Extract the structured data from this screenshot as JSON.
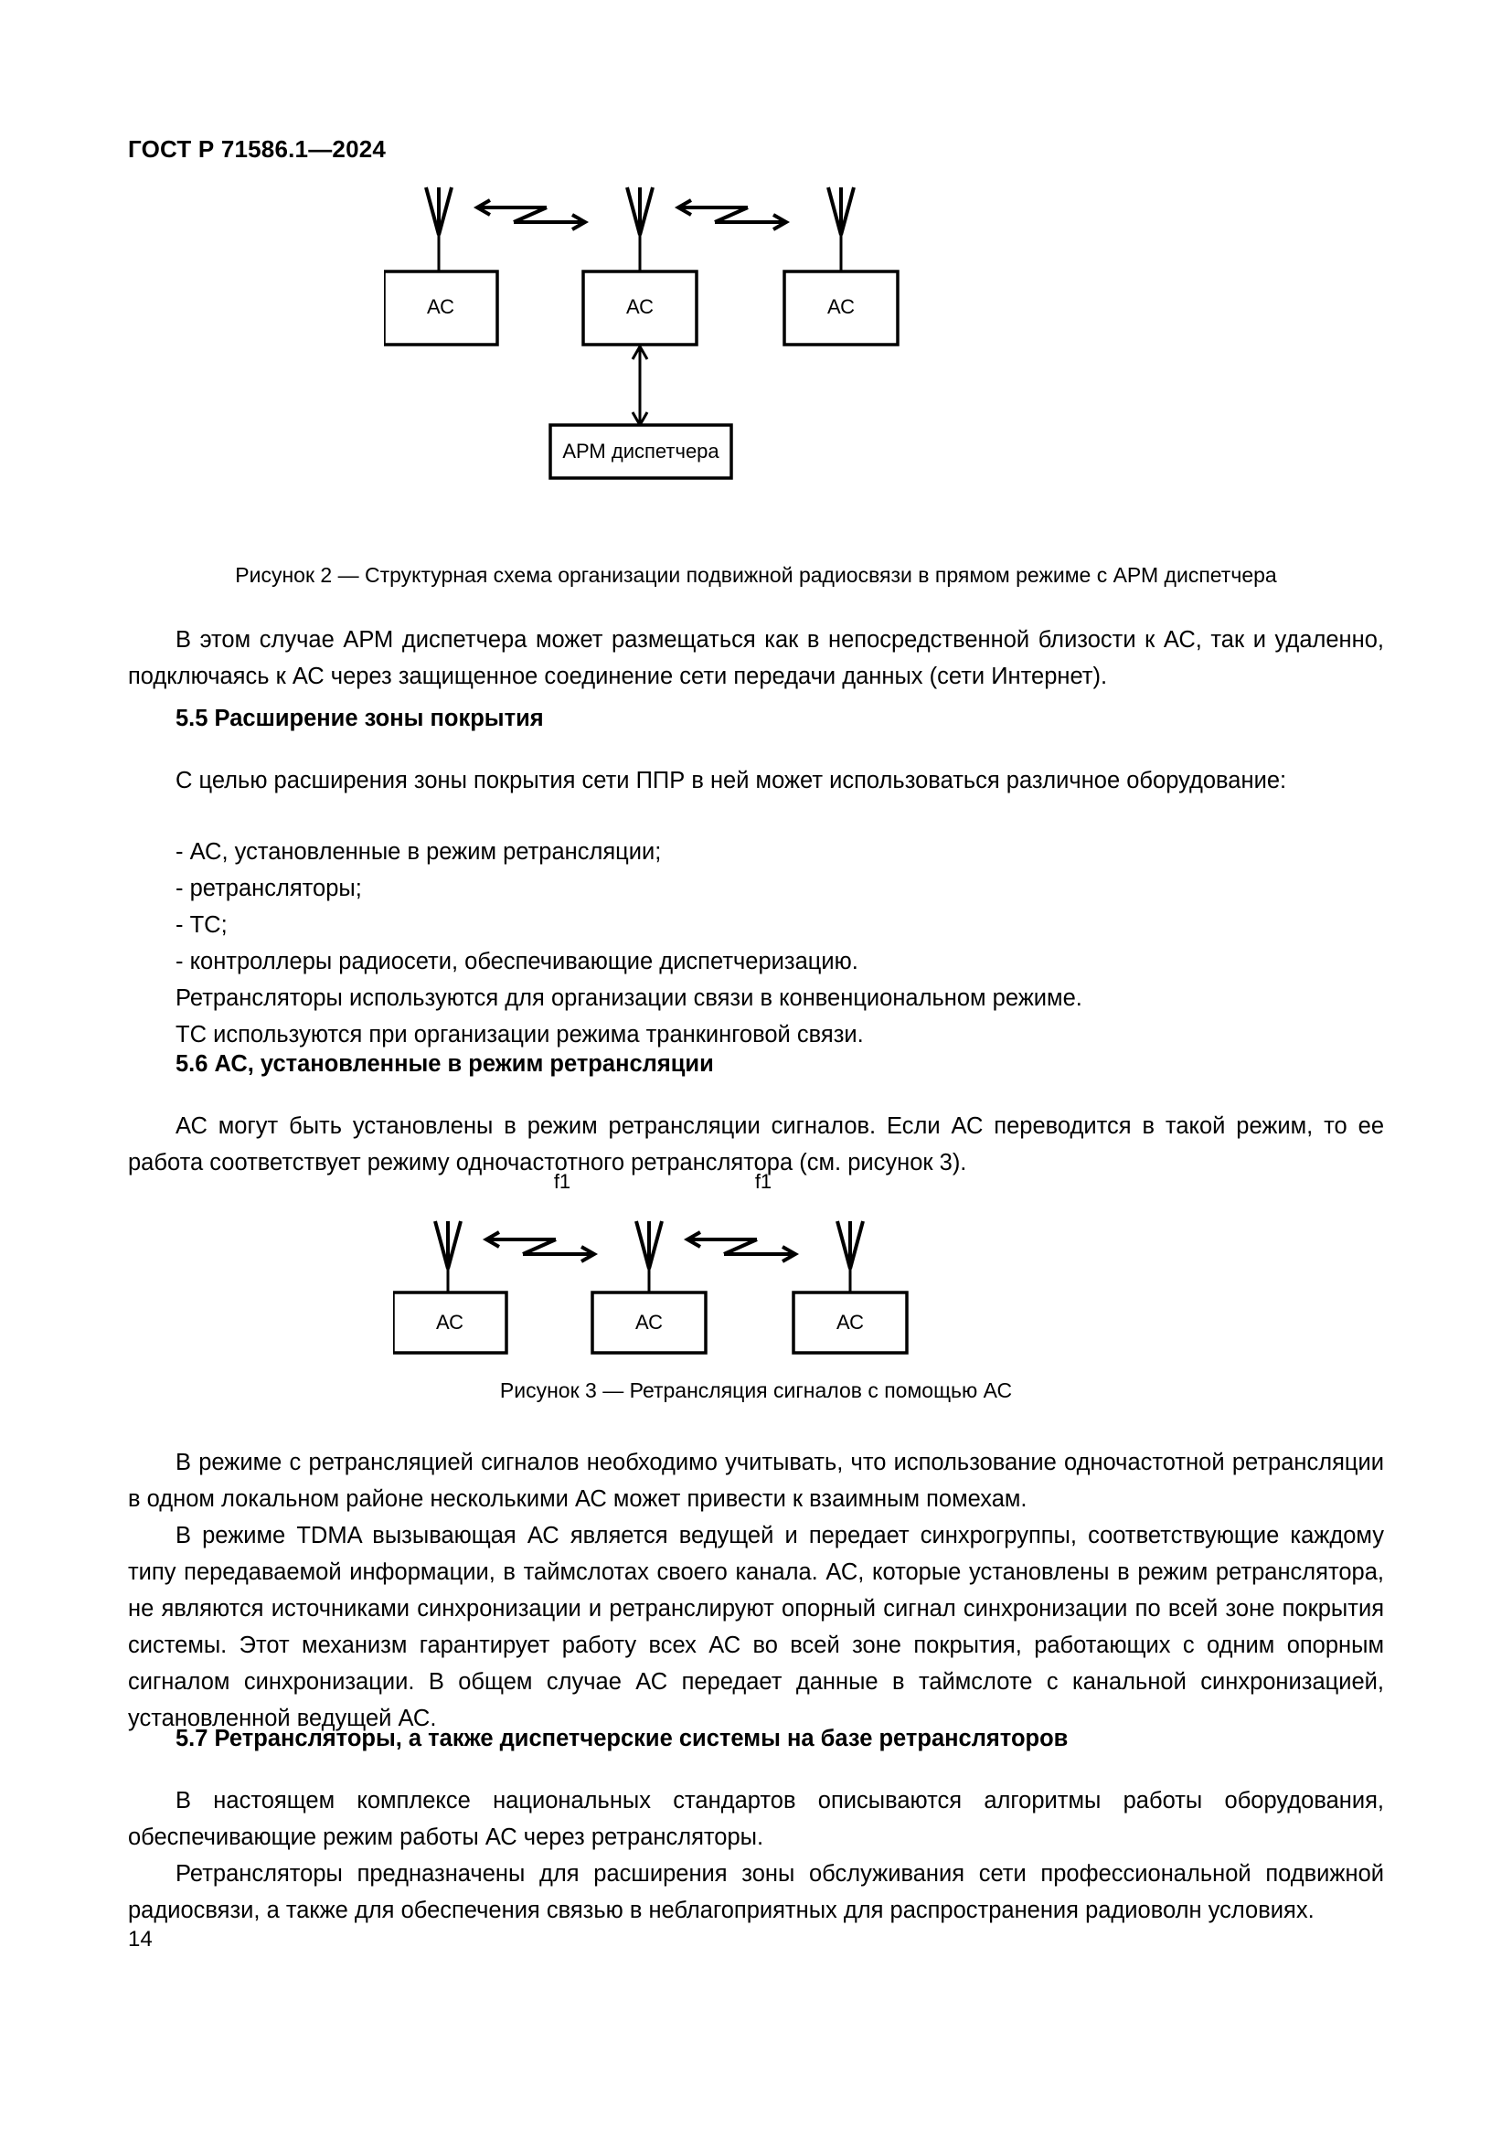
{
  "document": {
    "header": "ГОСТ Р 71586.1—2024",
    "page_number": "14"
  },
  "figure2": {
    "nodes": [
      {
        "label": "АС"
      },
      {
        "label": "АС"
      },
      {
        "label": "АС"
      }
    ],
    "dispatcher": {
      "label": "АРМ диспетчера"
    },
    "caption": "Рисунок 2 — Структурная схема организации подвижной радиосвязи в прямом режиме с АРМ диспетчера"
  },
  "figure3": {
    "nodes": [
      {
        "label": "АС"
      },
      {
        "label": "АС"
      },
      {
        "label": "АС"
      }
    ],
    "freq_labels": [
      "f1",
      "f1"
    ],
    "caption": "Рисунок 3 — Ретрансляция сигналов с помощью АС"
  },
  "body": {
    "para_after_fig2": "В этом случае АРМ диспетчера может размещаться как в непосредственной близости к АС, так и удаленно, подключаясь к АС через защищенное соединение сети передачи данных (сети Интернет).",
    "section_5_5": {
      "heading": "5.5 Расширение зоны покрытия",
      "intro": "С целью расширения зоны покрытия сети ППР в ней может использоваться различное оборудование:",
      "list": [
        "- АС, установленные в режим ретрансляции;",
        "- ретрансляторы;",
        "- ТС;",
        "- контроллеры радиосети, обеспечивающие диспетчеризацию."
      ],
      "after_list": [
        "Ретрансляторы используются для организации связи в конвенциональном режиме.",
        "ТС используются при организации режима транкинговой связи."
      ]
    },
    "section_5_6": {
      "heading": "5.6 АС, установленные в режим ретрансляции",
      "para": "АС могут быть установлены в режим ретрансляции сигналов. Если АС переводится в такой режим, то ее работа соответствует режиму одночастотного ретранслятора (см. рисунок 3)."
    },
    "after_fig3": {
      "para1": "В режиме с ретрансляцией сигналов необходимо учитывать, что использование одночастотной ретрансляции в одном локальном районе несколькими АС может привести к взаимным помехам.",
      "para2": "В режиме TDMA вызывающая АС является ведущей и передает синхрогруппы, соответствующие каждому типу передаваемой информации, в таймслотах своего канала. АС, которые установлены в режим ретранслятора, не являются источниками синхронизации и ретранслируют опорный сигнал синхронизации по всей зоне покрытия системы. Этот механизм гарантирует работу всех АС во всей зоне покрытия, работающих с одним опорным сигналом синхронизации. В общем случае АС передает данные в таймслоте с канальной синхронизацией, установленной ведущей АС."
    },
    "section_5_7": {
      "heading": "5.7 Ретрансляторы, а также диспетчерские системы на базе ретрансляторов",
      "para1": "В настоящем комплексе национальных стандартов описываются алгоритмы работы оборудования, обеспечивающие режим работы АС через ретрансляторы.",
      "para2": "Ретрансляторы предназначены для расширения зоны обслуживания сети профессиональной подвижной радиосвязи, а также для обеспечения связью в неблагоприятных для распространения радиоволн условиях."
    }
  }
}
